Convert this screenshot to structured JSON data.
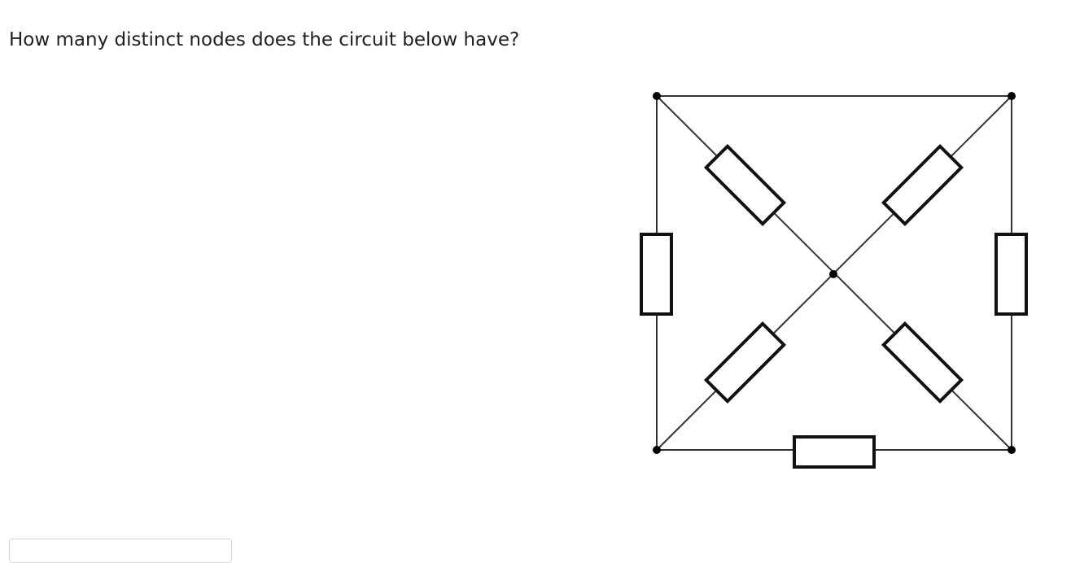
{
  "question": {
    "text": "How many distinct nodes does the circuit below have?"
  },
  "diagram": {
    "type": "circuit-schematic",
    "components": [
      {
        "id": "R-top-left-diagonal",
        "kind": "resistor",
        "between": [
          "top-left",
          "center"
        ]
      },
      {
        "id": "R-top-right-diagonal",
        "kind": "resistor",
        "between": [
          "top-right",
          "center"
        ]
      },
      {
        "id": "R-bottom-left-diagonal",
        "kind": "resistor",
        "between": [
          "bottom-left",
          "center"
        ]
      },
      {
        "id": "R-bottom-right-diagonal",
        "kind": "resistor",
        "between": [
          "bottom-right",
          "center"
        ]
      },
      {
        "id": "R-left",
        "kind": "resistor",
        "between": [
          "top-left",
          "bottom-left"
        ]
      },
      {
        "id": "R-right",
        "kind": "resistor",
        "between": [
          "top-right",
          "bottom-right"
        ]
      },
      {
        "id": "R-bottom",
        "kind": "resistor",
        "between": [
          "bottom-left",
          "bottom-right"
        ]
      },
      {
        "id": "W-top",
        "kind": "wire",
        "between": [
          "top-left",
          "top-right"
        ]
      }
    ],
    "junctions": [
      "top-left",
      "top-right",
      "bottom-left",
      "bottom-right",
      "center"
    ]
  },
  "answer": {
    "value": ""
  }
}
